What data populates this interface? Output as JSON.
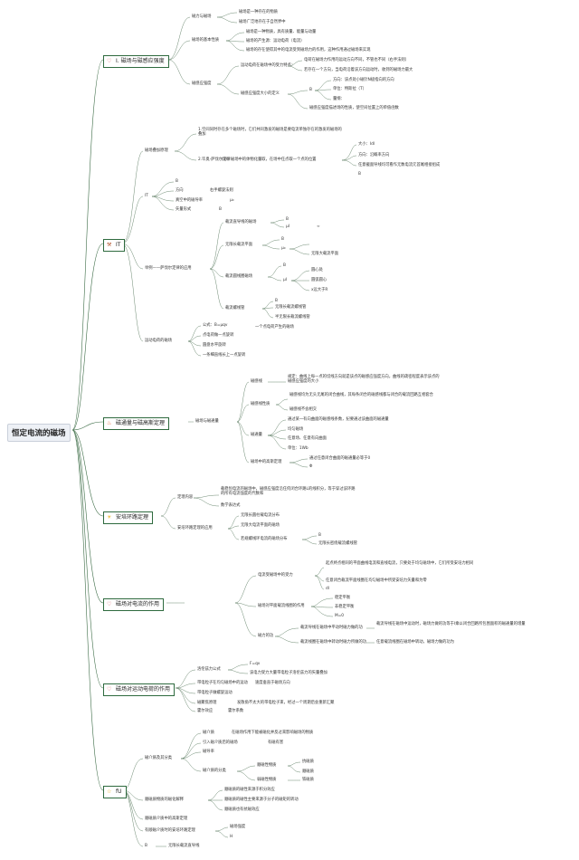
{
  "root": "恒定电流的磁场",
  "branches": [
    {
      "id": "b1",
      "icon": "♡",
      "label": "I. 磁场与磁感应强度",
      "icon_color": "#d6454f"
    },
    {
      "id": "b2",
      "icon": "⚒",
      "label": "IT",
      "icon_color": "#b3542d"
    },
    {
      "id": "b3",
      "icon": "🔥",
      "label": "磁通量与磁高斯定理",
      "icon_color": "#e2582a"
    },
    {
      "id": "b4",
      "icon": "☀",
      "label": "安培环路定理",
      "icon_color": "#e7b31f"
    },
    {
      "id": "b5",
      "icon": "♡",
      "label": "磁场对电流的作用",
      "icon_color": "#d6454f"
    },
    {
      "id": "b6",
      "icon": "♡",
      "label": "磁场对运动电荷的作用",
      "icon_color": "#d6454f"
    },
    {
      "id": "b7",
      "icon": "☆",
      "label": "fU",
      "icon_color": "#e7b31f"
    }
  ],
  "nodes": {
    "n1": "磁力与磁场",
    "n2": "磁场是一种存在的物质",
    "n3": "磁场广泛地存在于自然界中",
    "n4": "磁场的基本性质",
    "n5": "磁场是一种物质，具有质量、能量与动量",
    "n6": "磁场的产生源：运动电荷（电流）",
    "n7": "磁场的存在使得其中的电流受到磁场力的作用，这种作用通过磁场来实现",
    "n8": "磁感应强度",
    "n9": "运动电荷在磁场中的受力特点：",
    "n10": "电荷在磁场力作用的运动方向不同，不管也不同（右手法则）",
    "n11": "若存在一个方向，当电荷沿着该方向运动时，收到的磁场力最大",
    "n12": "磁感应强度大小的定义",
    "n13": "B",
    "n14": "方向：该点处小磁针N极指向的方向",
    "n15": "单位：特斯拉（T）",
    "n16": "量纲：",
    "n17": "磁感应强度描述场的性质，使空间位置上的单值函数",
    "n18": "磁场叠加原理",
    "n19": "1.空间同时存在多个磁场时，它们共同激发的磁场是要电流单独存在的激发的磁场的叠加",
    "n20": "2.毕奥-萨伐尔定律",
    "n21": "(Idl) 磁场中的体物化量取，在场中任点取一个点的位置",
    "n22": "大小：Idl",
    "n23": "方向：沿概率方向",
    "n24": "任意截面导线均可看作无数电流元首尾相接组成",
    "n25": "B",
    "n26": "IT",
    "n27": "B",
    "n28": "方向",
    "n29": "右手螺旋法则",
    "n30": "真空中的磁导率",
    "n31": "μ₀",
    "n32": "矢量形式",
    "n33": "B",
    "n34": "举例——萨伐尔定律的应用",
    "n35": "载流直导线的磁场",
    "n36": "B",
    "n37": "μI",
    "n38": "∞",
    "n39": "无限长载流平面",
    "n40": "B",
    "n41": "μ₀",
    "n42": "无限大载流平面",
    "n43": "载流圆线圈磁场",
    "n44": "B",
    "n45": "μI",
    "n46": "圆心处",
    "n47": "圆弧圆心",
    "n48": "x远大于R",
    "n49": "载流螺线管",
    "n50": "B",
    "n51": "无限长载流螺线管",
    "n52": "半无限长载流螺线管",
    "n53": "运动电荷的磁场",
    "n54": "公式：B=μqv",
    "n55": "一个点电荷产生的磁场",
    "n56": "点电荷做一点旋转",
    "n57": "圆盘水平旋转",
    "n58": "一条细直线长上一点旋转",
    "n59": "磁场与磁通量",
    "n60": "磁感线",
    "n61": "规定：曲线上每一点的切线方向就是该点的磁感应强度方向，曲线的疏密程度表示该点的磁感应强度的大小",
    "n62": "磁感线性质",
    "n63": "磁感线均为无头无尾的闭合曲线，其每条闭合的磁感线都与闭合的载流回路互相套合",
    "n64": "磁感线不会相交",
    "n65": "磁通量",
    "n66": "通过某一有向曲面的磁感线条数，纪要通过该曲面的磁通量",
    "n67": "均匀磁场",
    "n68": "任意场、任意有向曲面",
    "n69": "单位：1Wb",
    "n70": "磁场中的高斯定理",
    "n71": "通过任意闭合曲面的磁通量必等于0",
    "n72": "Φ",
    "n73": "定理内容",
    "n74": "载稳恒电流的磁场中，磁感应强度沿任何闭合环路L的线积分，等于穿过该环路的所有电流强度的代数和",
    "n75": "数学表达式",
    "n76": "安培环路定理的应用",
    "n77": "无限长圆柱载电流分布",
    "n78": "无限大电流平面的磁场",
    "n79": "若规螺线环电流的磁场分布",
    "n80": "B",
    "n81": "无限长密绕载流螺线管",
    "n82": "电流受磁场中的受力",
    "n83": "起点终点相同的平面曲线电流和直线电流，只要处于均匀磁场中，它们所受安培力相同",
    "n84": "任意闭合载流平面线圈在均匀磁场中所受安培力矢量和为零",
    "n85": "dl",
    "n86": "磁场对平面载流线圈的作用",
    "n87": "稳定平衡",
    "n88": "非稳定平衡",
    "n89": "M=0",
    "n90": "磁力的功",
    "n91": "载流导线在磁场中平动时磁力做的功",
    "n92": "载流导线在磁场中运动时，磁场力做的功等于I乘以闭合回路所包围面积的磁通量的增量",
    "n93": "载流线圈在磁场中转动时磁力所做的功",
    "n94": "任意载流线圈在磁场中转动，磁场力做的功为",
    "n95": "洛伦兹力公式",
    "n96": "F=qv",
    "n97": "该电力受力大量带电粒子洛伦兹力的矢量叠加",
    "n98": "带电粒子在均匀磁场中的运动",
    "n99": "速度垂直于磁场方向",
    "n100": "带电粒子做螺旋运动",
    "n101": "磁聚焦原理",
    "n102": "发散角不太大的带电粒子束，经过一个周期后会重新汇聚",
    "n103": "霍尔效应",
    "n104": "霍尔系数",
    "n105": "磁介质及其分类",
    "n106": "磁介质",
    "n107": "在磁场作用下能被磁化并反过来影响磁场的物质",
    "n108": "引入磁介质后的磁场",
    "n109": "有磁有害",
    "n110": "磁导率",
    "n111": "磁介质的分类",
    "n112": "顺磁性物质",
    "n113": "抗磁质",
    "n114": "顺磁质",
    "n115": "弱磁性物质",
    "n116": "铁磁质",
    "n117": "顺磁质物质的磁化解释",
    "n118": "顺磁质的磁性来源于积分效应",
    "n119": "顺磁质的磁性主要来源于分子的磁矩的转动",
    "n120": "顺磁质也有抗磁效应",
    "n121": "顺磁质介质中的高斯定理",
    "n122": "有顺磁介质时的安培环路定理",
    "n123": "磁场强度",
    "n124": "H",
    "n125": "B",
    "n126": "无限长载流直导线"
  }
}
